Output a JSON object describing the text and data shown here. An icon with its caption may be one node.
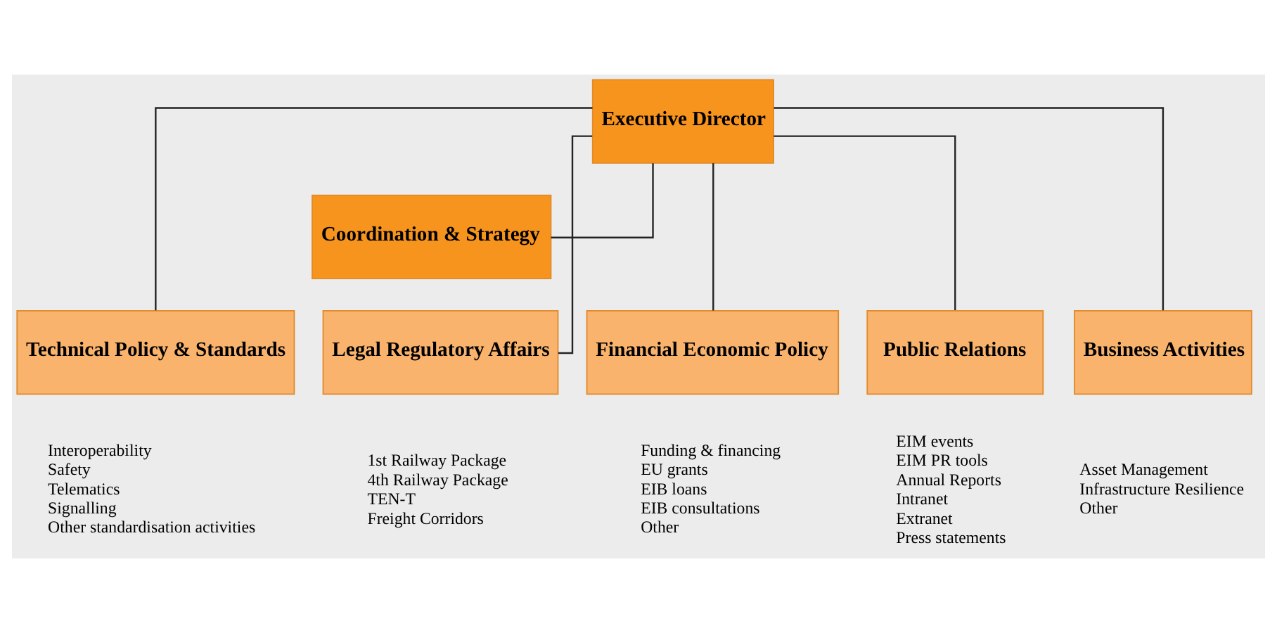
{
  "diagram": {
    "nodes": [
      {
        "text": [
          "Executive Director"
        ]
      },
      {
        "text": [
          "Coordination & Strategy"
        ]
      },
      {
        "text": [
          "Technical Policy & Standards"
        ],
        "beside": [
          "Interoperability",
          "Safety",
          "Telematics",
          "Signalling",
          "Other standardisation activities"
        ]
      },
      {
        "text": [
          "Legal Regulatory Affairs"
        ],
        "beside": [
          "1st Railway Package",
          "4th Railway Package",
          "TEN-T",
          "Freight Corridors"
        ]
      },
      {
        "text": [
          "Financial Economic Policy"
        ],
        "beside": [
          "Funding & financing",
          "EU grants",
          "EIB loans",
          "EIB consultations",
          "Other"
        ]
      },
      {
        "text": [
          "Public Relations"
        ],
        "beside": [
          "EIM events",
          "EIM PR tools",
          "Annual Reports",
          "Intranet",
          "Extranet",
          "Press statements"
        ]
      },
      {
        "text": [
          "Business Activities"
        ],
        "beside": [
          "Asset Management",
          "Infrastructure Resilience",
          "Other"
        ]
      }
    ],
    "edges": [
      {
        "from": 0,
        "to": 1,
        "arrow": "none"
      },
      {
        "from": 0,
        "to": 2,
        "arrow": "none"
      },
      {
        "from": 0,
        "to": 3,
        "arrow": "none"
      },
      {
        "from": 0,
        "to": 4,
        "arrow": "none"
      },
      {
        "from": 0,
        "to": 5,
        "arrow": "none"
      },
      {
        "from": 0,
        "to": 6,
        "arrow": "none"
      }
    ]
  }
}
